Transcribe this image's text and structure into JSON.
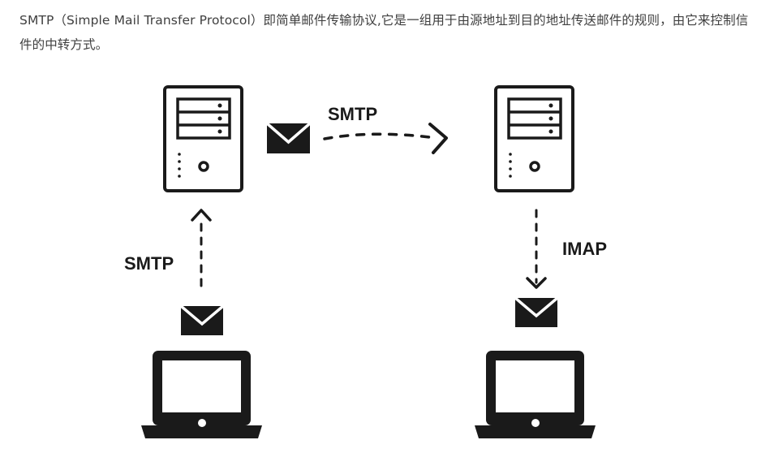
{
  "intro_text": "SMTP（Simple Mail Transfer Protocol）即简单邮件传输协议,它是一组用于由源地址到目的地址传送邮件的规则，由它来控制信件的中转方式。",
  "labels": {
    "top_arrow": "SMTP",
    "left_arrow": "SMTP",
    "right_arrow": "IMAP"
  },
  "icons": {
    "server": "server-tower-icon",
    "laptop": "laptop-icon",
    "mail": "envelope-icon"
  },
  "colors": {
    "ink": "#1a1a1a",
    "text": "#404040"
  }
}
